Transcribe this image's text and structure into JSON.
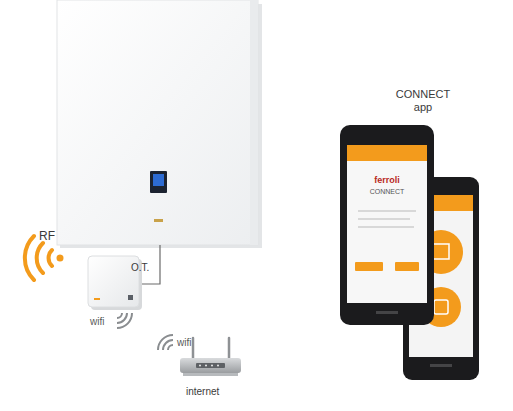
{
  "diagram": {
    "labels": [
      "CONNECT app",
      "ferroli",
      "CONNECT",
      "RF",
      "O.T.",
      "wifi",
      "wifi",
      "internet"
    ]
  }
}
